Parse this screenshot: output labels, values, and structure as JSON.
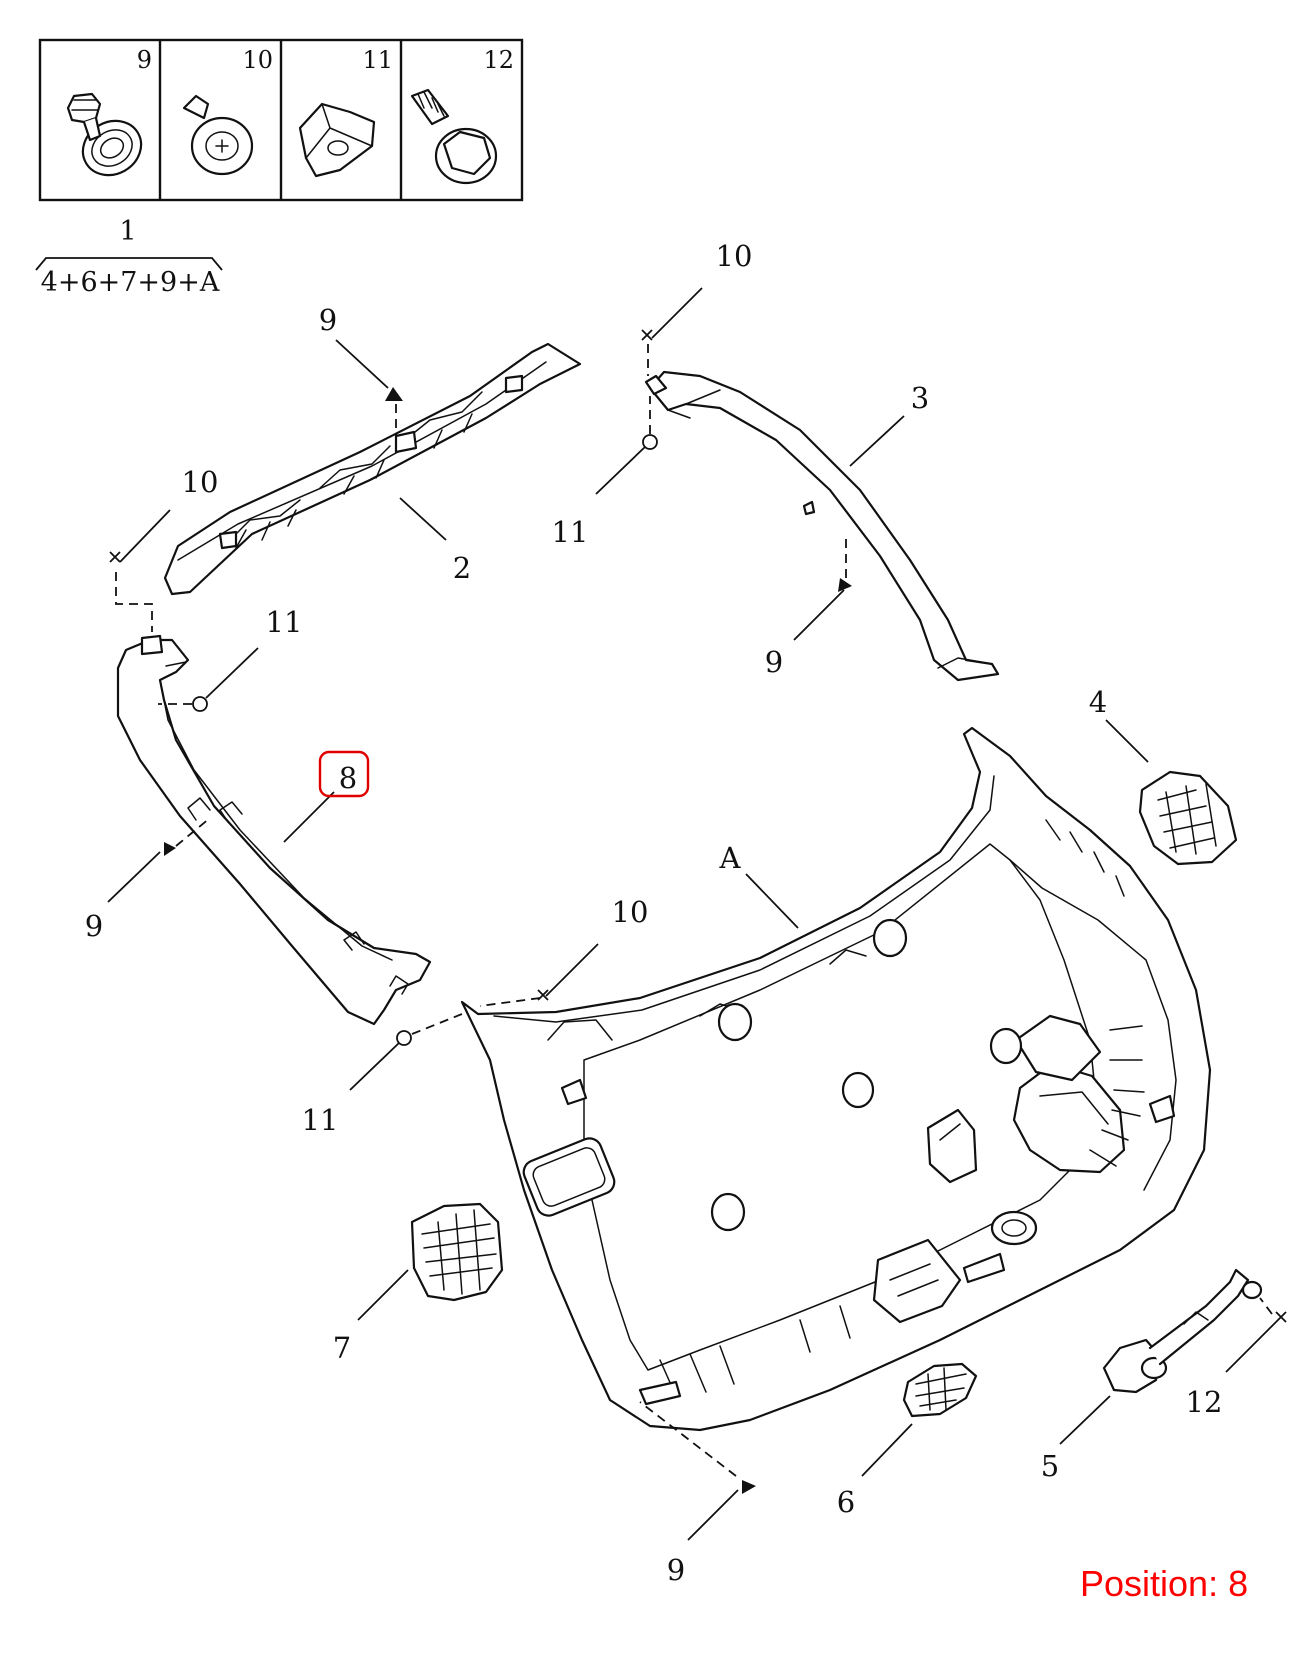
{
  "legend": {
    "cells": [
      {
        "number": "9",
        "icon": "push-clip-icon"
      },
      {
        "number": "10",
        "icon": "screw-icon"
      },
      {
        "number": "11",
        "icon": "clip-nut-icon"
      },
      {
        "number": "12",
        "icon": "flange-bolt-icon"
      }
    ]
  },
  "assembly": {
    "number": "1",
    "formula": "4+6+7+9+A"
  },
  "callouts": {
    "c2": "2",
    "c3": "3",
    "c4": "4",
    "c5": "5",
    "c6": "6",
    "c7": "7",
    "c8": "8",
    "cA": "A",
    "c9_top": "9",
    "c9_right": "9",
    "c9_left": "9",
    "c9_bottom": "9",
    "c10_top_left": "10",
    "c10_top_right": "10",
    "c10_center": "10",
    "c11_left": "11",
    "c11_right": "11",
    "c11_center": "11",
    "c12": "12"
  },
  "highlight": {
    "callout": "8",
    "color": "#e00000"
  },
  "position_label": "Position: 8",
  "colors": {
    "line": "#111111",
    "highlight": "#ff0000"
  }
}
